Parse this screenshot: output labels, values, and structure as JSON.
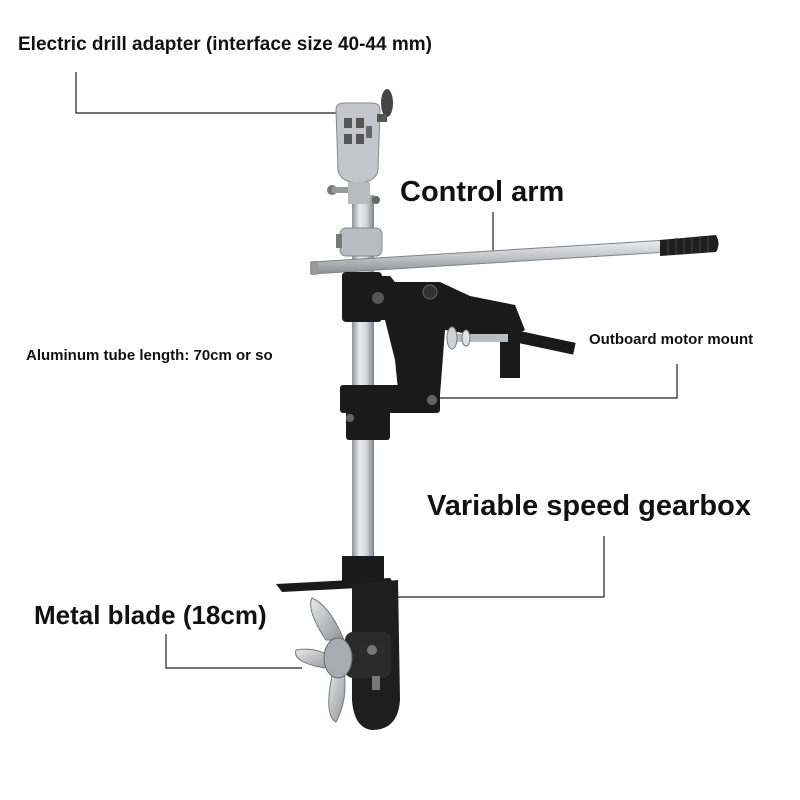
{
  "labels": {
    "adapter": "Electric drill adapter (interface size 40-44 mm)",
    "control_arm": "Control arm",
    "tube_length": "Aluminum tube length: 70cm or so",
    "motor_mount": "Outboard motor mount",
    "gearbox": "Variable speed gearbox",
    "blade": "Metal blade (18cm)"
  },
  "colors": {
    "label_text": "#111111",
    "leader_line": "#222222",
    "aluminum": "#c9ccd0",
    "black_parts": "#1a1a1a"
  }
}
